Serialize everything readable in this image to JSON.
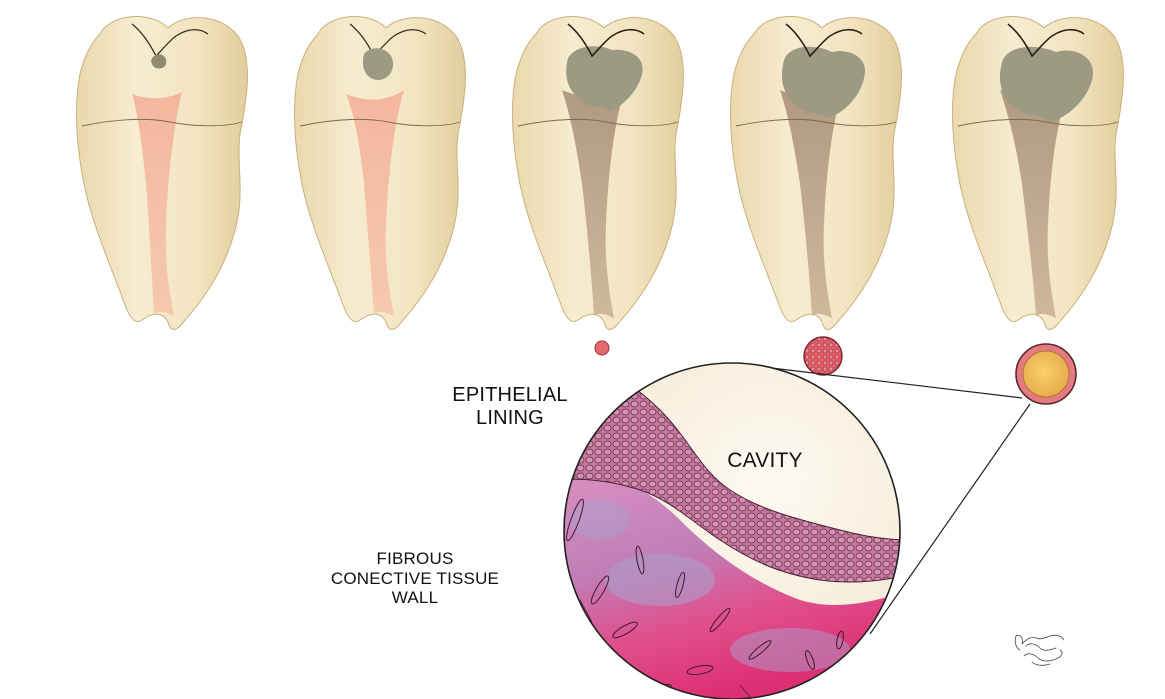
{
  "labels": {
    "epithelial": [
      "EPITHELIAL",
      "LINING"
    ],
    "cavity": "CAVITY",
    "fibrous": [
      "FIBROUS",
      "CONECTIVE TISSUE",
      "WALL"
    ]
  },
  "signature_text": "Mohamed Amin",
  "colors": {
    "enamel": "#f4e7c4",
    "enamel_shade": "#e6d2a2",
    "pulp_healthy": "#f2b9a0",
    "pulp_necrotic": "#b59a80",
    "caries": "#9d9a84",
    "lesion": "#e56a6f",
    "cyst_fill": "#efbb5a",
    "tissue_pink": "#dc3c7c",
    "tissue_violet": "#a9a0cc",
    "cavity_fill": "#fbf5e7"
  },
  "teeth": [
    {
      "stage": 1,
      "pulp": "healthy",
      "caries": "small",
      "lesion": "none"
    },
    {
      "stage": 2,
      "pulp": "healthy",
      "caries": "medium",
      "lesion": "none"
    },
    {
      "stage": 3,
      "pulp": "necrotic",
      "caries": "large",
      "lesion": "small"
    },
    {
      "stage": 4,
      "pulp": "necrotic",
      "caries": "large",
      "lesion": "granular"
    },
    {
      "stage": 5,
      "pulp": "necrotic",
      "caries": "large",
      "lesion": "cyst"
    }
  ]
}
